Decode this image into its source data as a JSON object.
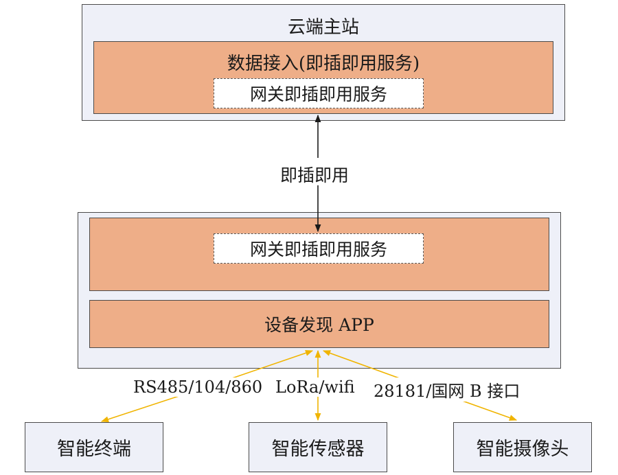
{
  "cloud": {
    "title": "云端主站",
    "data_access": "数据接入(即插即用服务)",
    "gateway_service": "网关即插即用服务"
  },
  "link_label": "即插即用",
  "gateway": {
    "gateway_service": "网关即插即用服务",
    "device_discovery": "设备发现 APP"
  },
  "interfaces": {
    "left": "RS485/104/860",
    "middle": "LoRa/wifi",
    "right": "28181/国网 B 接口"
  },
  "devices": {
    "terminal": "智能终端",
    "sensor": "智能传感器",
    "camera": "智能摄像头"
  },
  "colors": {
    "container_fill": "#eef0f8",
    "module_fill": "#eeae88",
    "arrow_black": "#1a1a1a",
    "arrow_yellow": "#f0b400"
  }
}
